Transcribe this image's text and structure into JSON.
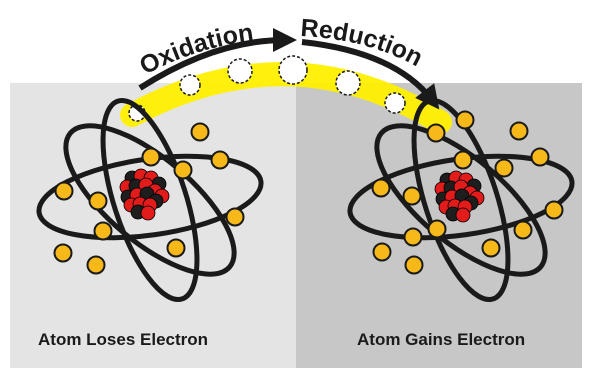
{
  "diagram": {
    "arrow_labels": {
      "left": "Oxidation",
      "right": "Reduction"
    },
    "left_atom": {
      "caption": "Atom Loses Electron"
    },
    "right_atom": {
      "caption": "Atom Gains Electron"
    }
  },
  "colors": {
    "left_panel": "#e4e4e4",
    "right_panel": "#c7c7c7",
    "orbit": "#1a1a1a",
    "electron": "#f7b91a",
    "electron_outline": "#1a1a1a",
    "proton": "#e21b1b",
    "neutron": "#1e1e1e",
    "electron_path": "#fff000",
    "arrow": "#1a1a1a"
  }
}
